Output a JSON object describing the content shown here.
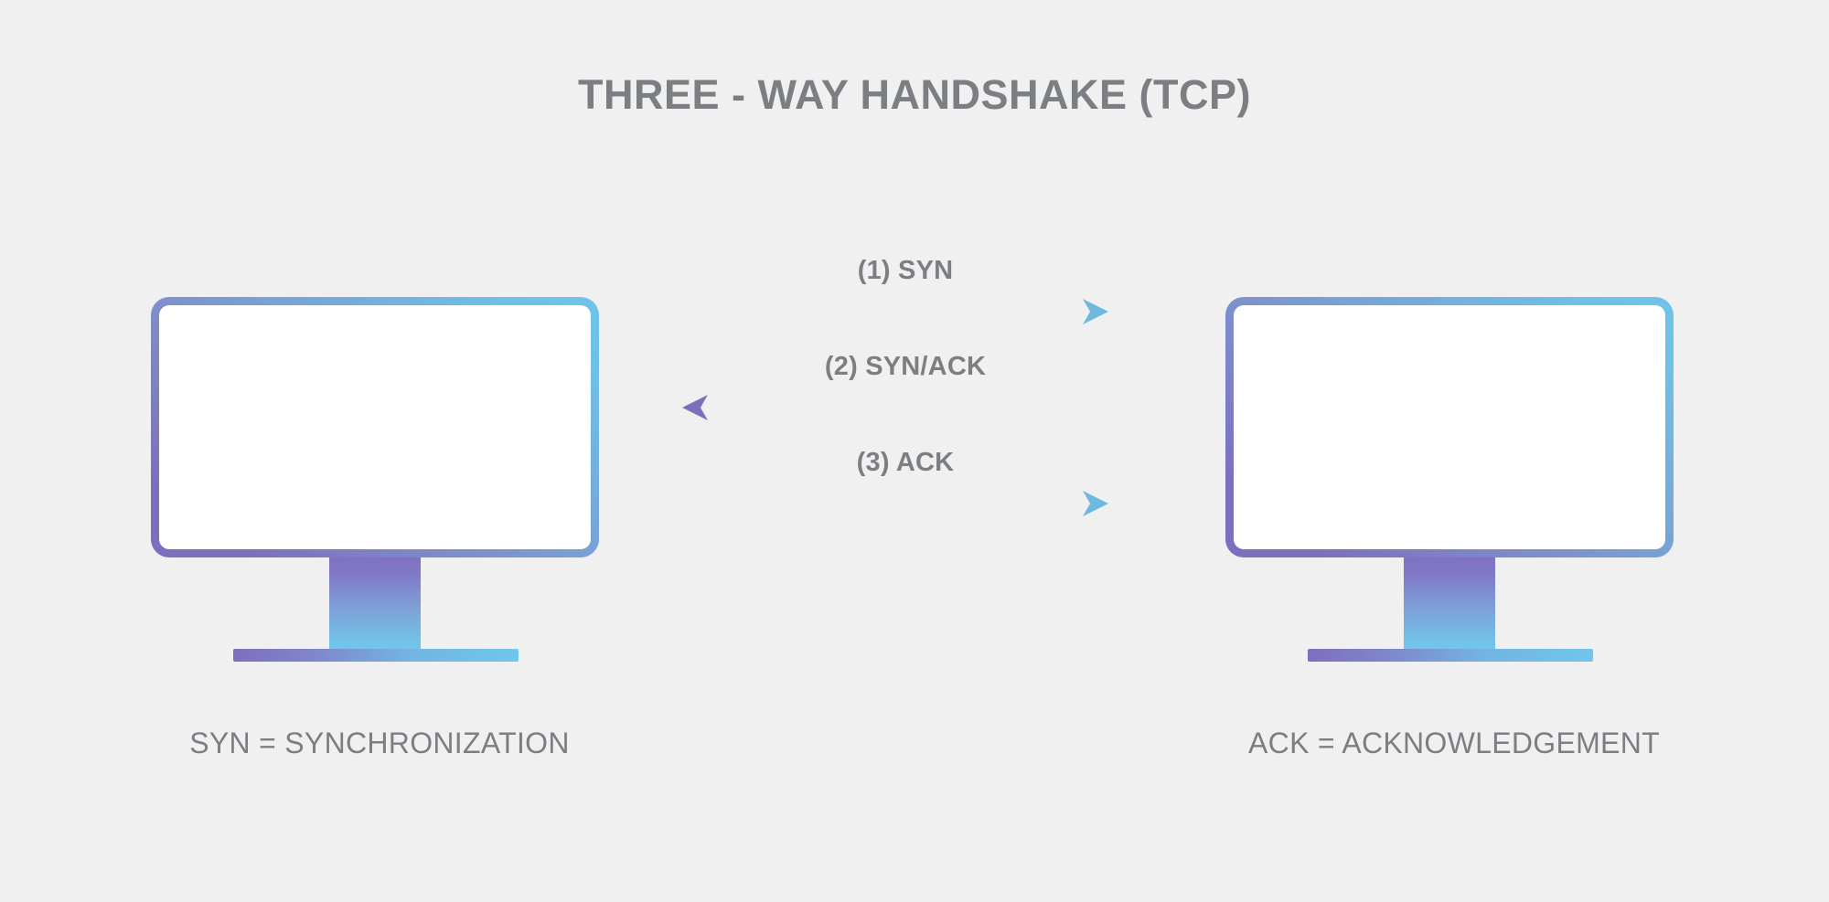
{
  "page": {
    "title": "THREE - WAY HANDSHAKE (TCP)",
    "background_color": "#f0f0f0",
    "text_color": "#7b7e82"
  },
  "palette": {
    "gradient_start": "#7b6fbe",
    "gradient_end": "#6fc6ec",
    "arrow_head_color": "#6fb8e0",
    "screen_fill": "#ffffff"
  },
  "nodes": [
    {
      "id": "client",
      "side": "left",
      "icon": "monitor-icon",
      "caption": "SYN = SYNCHRONIZATION"
    },
    {
      "id": "server",
      "side": "right",
      "icon": "monitor-icon",
      "caption": "ACK = ACKNOWLEDGEMENT"
    }
  ],
  "messages": [
    {
      "step": 1,
      "label": "(1) SYN",
      "direction": "right",
      "from": "client",
      "to": "server"
    },
    {
      "step": 2,
      "label": "(2) SYN/ACK",
      "direction": "left",
      "from": "server",
      "to": "client"
    },
    {
      "step": 3,
      "label": "(3) ACK",
      "direction": "right",
      "from": "client",
      "to": "server"
    }
  ]
}
